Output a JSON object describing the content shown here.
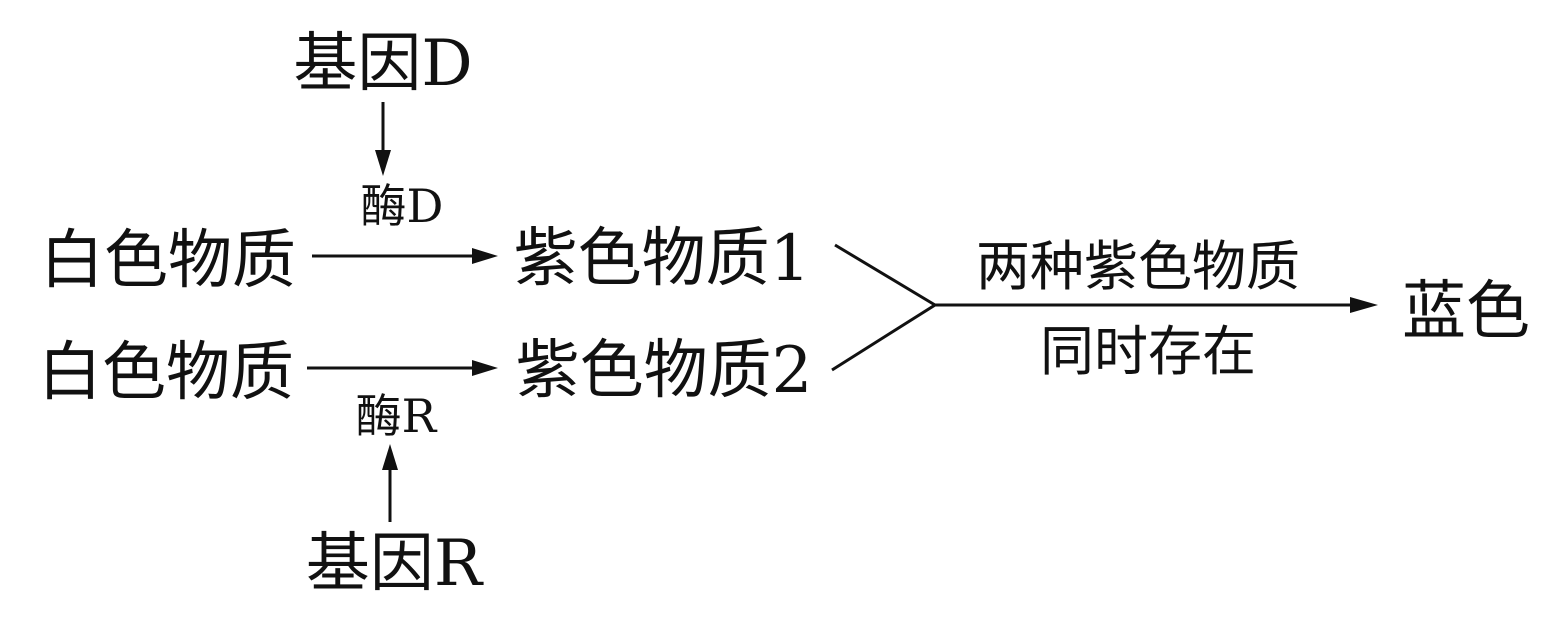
{
  "gene_d": "基因D",
  "enzyme_d": "酶D",
  "white_substance_1": "白色物质",
  "purple_substance_1": "紫色物质1",
  "white_substance_2": "白色物质",
  "purple_substance_2": "紫色物质2",
  "enzyme_r": "酶R",
  "gene_r": "基因R",
  "condition_line1": "两种紫色物质",
  "condition_line2": "同时存在",
  "result": "蓝色"
}
